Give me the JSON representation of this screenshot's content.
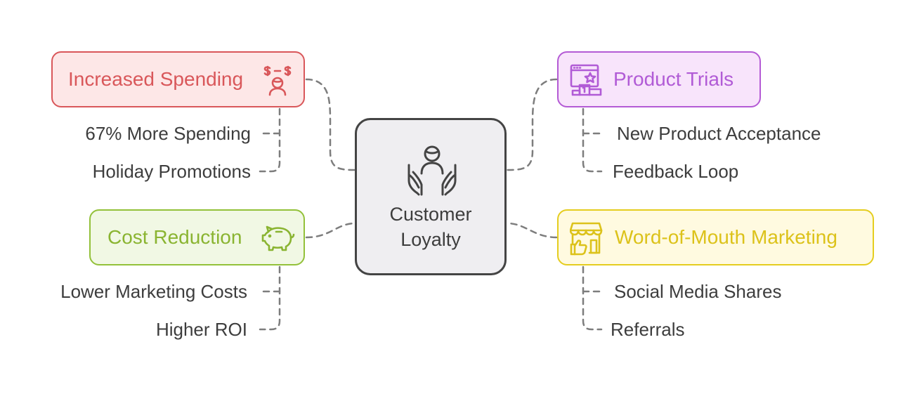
{
  "center": {
    "label": "Customer\nLoyalty",
    "icon": "hands-person-icon"
  },
  "branches": {
    "increased_spending": {
      "title": "Increased Spending",
      "icon": "money-person-icon",
      "color": "#d9575a",
      "fill": "#fde7e7",
      "items": [
        "67% More Spending",
        "Holiday Promotions"
      ]
    },
    "cost_reduction": {
      "title": "Cost Reduction",
      "icon": "piggy-bank-icon",
      "color": "#93c13a",
      "fill": "#f1f8e4",
      "items": [
        "Lower Marketing Costs",
        "Higher ROI"
      ]
    },
    "product_trials": {
      "title": "Product Trials",
      "icon": "product-showcase-icon",
      "color": "#b45ad5",
      "fill": "#f8e4fb",
      "items": [
        "New Product Acceptance",
        "Feedback Loop"
      ]
    },
    "word_of_mouth": {
      "title": "Word-of-Mouth Marketing",
      "icon": "storefront-thumbs-up-icon",
      "color": "#e5cd1f",
      "fill": "#fffae0",
      "items": [
        "Social Media Shares",
        "Referrals"
      ]
    }
  }
}
